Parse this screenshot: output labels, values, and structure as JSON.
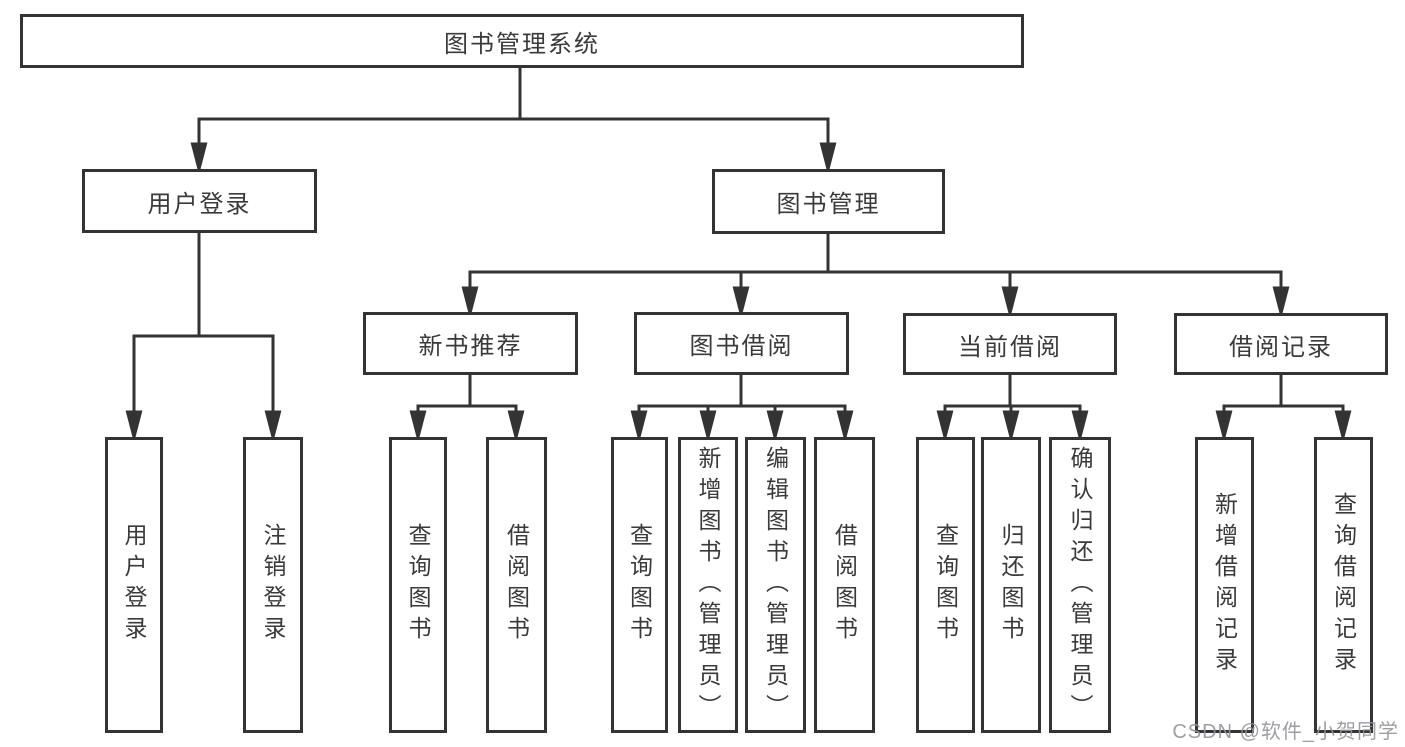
{
  "diagram_title": "图书管理系统",
  "tree": {
    "root": {
      "label": "图书管理系统"
    },
    "branches": [
      {
        "label": "用户登录",
        "children": [
          {
            "label": "用户登录"
          },
          {
            "label": "注销登录"
          }
        ]
      },
      {
        "label": "图书管理",
        "children": [
          {
            "label": "新书推荐",
            "children": [
              {
                "label": "查询图书"
              },
              {
                "label": "借阅图书"
              }
            ]
          },
          {
            "label": "图书借阅",
            "children": [
              {
                "label": "查询图书"
              },
              {
                "label": "新增图书（管理员）"
              },
              {
                "label": "编辑图书（管理员）"
              },
              {
                "label": "借阅图书"
              }
            ]
          },
          {
            "label": "当前借阅",
            "children": [
              {
                "label": "查询图书"
              },
              {
                "label": "归还图书"
              },
              {
                "label": "确认归还（管理员）"
              }
            ]
          },
          {
            "label": "借阅记录",
            "children": [
              {
                "label": "新增借阅记录"
              },
              {
                "label": "查询借阅记录"
              }
            ]
          }
        ]
      }
    ]
  },
  "watermark": {
    "text": "CSDN @软件_小贺同学"
  },
  "colors": {
    "line": "#333333",
    "box_border": "#333333",
    "text": "#3a3a3a",
    "background": "#ffffff",
    "watermark": "#94949a"
  }
}
